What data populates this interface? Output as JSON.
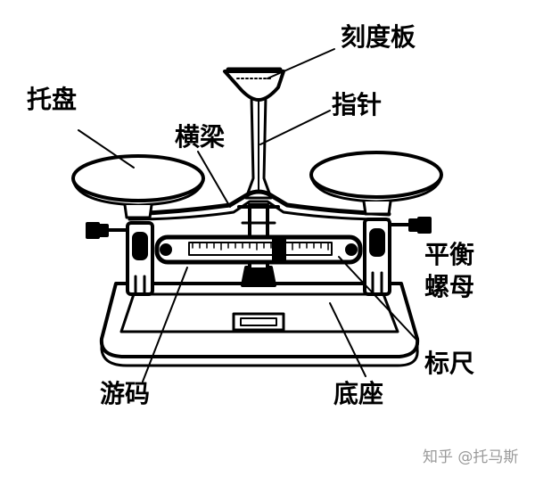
{
  "labels": {
    "scale_plate": "刻度板",
    "pointer": "指针",
    "tray": "托盘",
    "beam": "横梁",
    "balance_nut_line1": "平衡",
    "balance_nut_line2": "螺母",
    "graduated_ruler": "标尺",
    "rider": "游码",
    "base": "底座"
  },
  "watermark": "知乎 @托马斯",
  "colors": {
    "ink": "#000000",
    "background": "#ffffff",
    "watermark": "#9a9a9a"
  }
}
